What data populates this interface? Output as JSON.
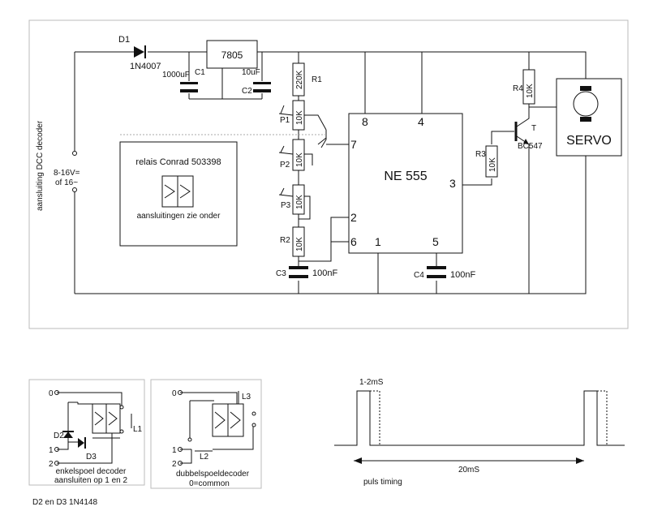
{
  "main": {
    "side_label": "aansluiting DCC decoder",
    "supply_label_1": "8-16V=",
    "supply_label_2": "of 16~",
    "d1": {
      "ref": "D1",
      "value": "1N4007"
    },
    "regulator": "7805",
    "c1": {
      "ref": "C1",
      "value": "1000uF"
    },
    "c2": {
      "ref": "C2",
      "value": "10uF"
    },
    "r1": {
      "ref": "R1",
      "value": "220K"
    },
    "p1": {
      "ref": "P1",
      "value": "10K"
    },
    "p2": {
      "ref": "P2",
      "value": "10K"
    },
    "p3": {
      "ref": "P3",
      "value": "10K"
    },
    "r2": {
      "ref": "R2",
      "value": "10K"
    },
    "c3": {
      "ref": "C3",
      "value": "100nF"
    },
    "c4": {
      "ref": "C4",
      "value": "100nF"
    },
    "ic": {
      "name": "NE 555",
      "pin8": "8",
      "pin4": "4",
      "pin7": "7",
      "pin3": "3",
      "pin2": "2",
      "pin6": "6",
      "pin1": "1",
      "pin5": "5"
    },
    "relay": {
      "title": "relais Conrad 503398",
      "note": "aansluitingen zie onder"
    },
    "r3": {
      "ref": "R3",
      "value": "10K"
    },
    "r4": {
      "ref": "R4",
      "value": "10K"
    },
    "transistor": {
      "ref": "T",
      "value": "BC547"
    },
    "servo": "SERVO"
  },
  "single_coil": {
    "label_0": "0",
    "label_1": "1",
    "label_2": "2",
    "d2": "D2",
    "d3": "D3",
    "l1": "L1",
    "caption_1": "enkelspoel decoder",
    "caption_2": "aansluiten op 1 en 2"
  },
  "double_coil": {
    "label_0": "0",
    "label_1": "1",
    "label_2": "2",
    "l2": "L2",
    "l3": "L3",
    "caption_1": "dubbelspoeldecoder",
    "caption_2": "0=common"
  },
  "diode_note": "D2 en D3 1N4148",
  "timing": {
    "pulse_label": "1-2mS",
    "period_label": "20mS",
    "caption": "puls timing"
  }
}
